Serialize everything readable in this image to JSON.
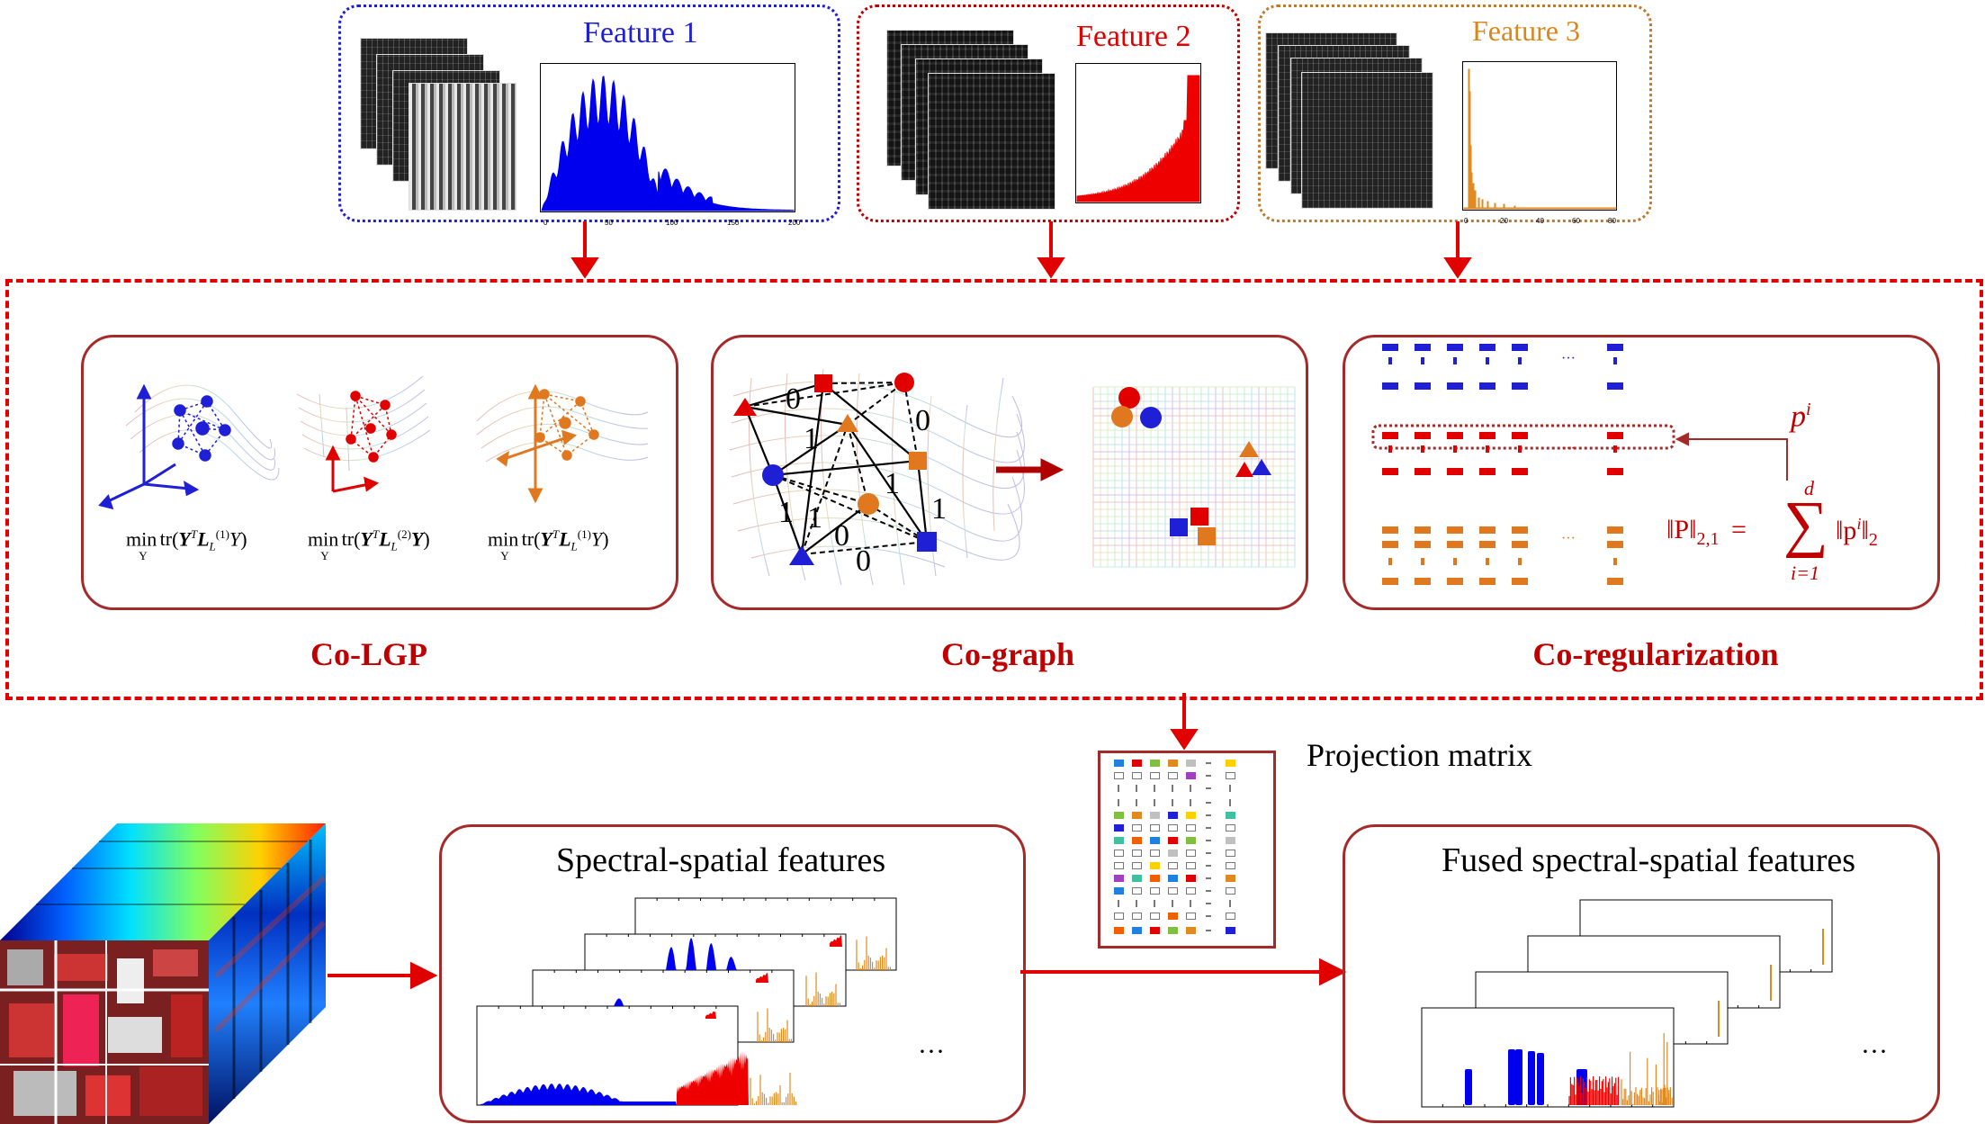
{
  "features": [
    {
      "label": "Feature 1",
      "color": "#1f1fd6",
      "frame_color": "#1f1fd6"
    },
    {
      "label": "Feature 2",
      "color": "#e00000",
      "frame_color": "#c00000"
    },
    {
      "label": "Feature 3",
      "color": "#d9861a",
      "frame_color": "#c07a30"
    }
  ],
  "feature1_ticks": [
    "0",
    "50",
    "100",
    "150",
    "200"
  ],
  "feature3_ticks": [
    "0",
    "20",
    "40",
    "60",
    "80"
  ],
  "stages": {
    "colgp": "Co-LGP",
    "cograph": "Co-graph",
    "coreg": "Co-regularization"
  },
  "colgp_formulas": [
    {
      "min": "min",
      "sub": "Y",
      "tr": "tr",
      "Y": "Y",
      "T": "T",
      "L": "L",
      "Lsub": "L",
      "Lsup": "(1)",
      "end": "Y"
    },
    {
      "min": "min",
      "sub": "Y",
      "tr": "tr",
      "Y": "Y",
      "T": "T",
      "L": "L",
      "Lsub": "L",
      "Lsup": "(2)",
      "end": "Y"
    },
    {
      "min": "min",
      "sub": "Y",
      "tr": "tr",
      "Y": "Y",
      "T": "T",
      "L": "L",
      "Lsub": "L",
      "Lsup": "(1)",
      "end": "Y"
    }
  ],
  "cograph_edge_labels": [
    "0",
    "0",
    "1",
    "1",
    "1",
    "1",
    "1",
    "0",
    "0"
  ],
  "coreg": {
    "pi_label": "p",
    "pi_sup": "i",
    "norm_lhs": "‖P‖",
    "norm_lhs_sub": "2,1",
    "equals": "=",
    "sum_top": "d",
    "sum_bottom": "i=1",
    "norm_rhs": "‖p",
    "norm_rhs_sup": "i",
    "norm_rhs_end": "‖",
    "norm_rhs_sub": "2",
    "dots": "···"
  },
  "projection_label": "Projection matrix",
  "spectral_label": "Spectral-spatial features",
  "fused_label": "Fused spectral-spatial features",
  "ellipsis": "···",
  "colors": {
    "accent_red": "#c00000",
    "blue": "#1f1fd6",
    "red": "#e00000",
    "orange": "#d9861a",
    "box_border": "#a52a2a"
  }
}
